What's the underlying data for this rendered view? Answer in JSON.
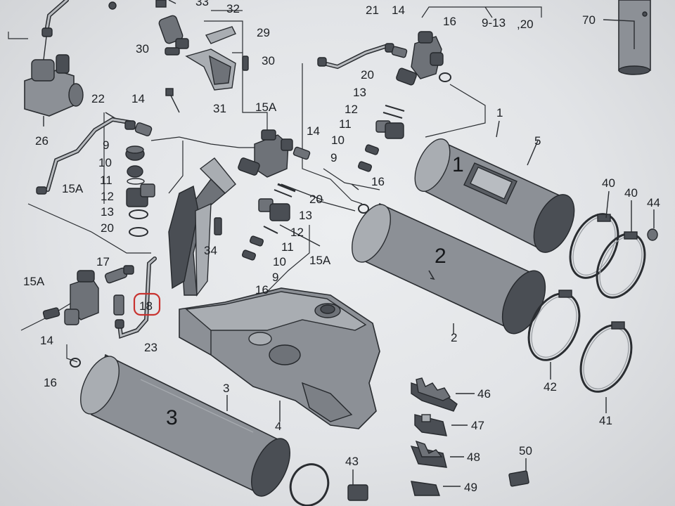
{
  "diagram": {
    "labels": {
      "l33": "33",
      "l32": "32",
      "l29": "29",
      "l30a": "30",
      "l30b": "30",
      "l31": "31",
      "l26": "26",
      "l22": "22",
      "l14a": "14",
      "l9a": "9",
      "l10a": "10",
      "l11a": "11",
      "l15Aa": "15A",
      "l12a": "12",
      "l13a": "13",
      "l20a": "20",
      "l17": "17",
      "l15Ab": "15A",
      "l18": "18",
      "l14b": "14",
      "l23": "23",
      "l16a": "16",
      "l3": "3",
      "l4": "4",
      "l34": "34",
      "l15Ac": "15A",
      "l14c": "14",
      "l20b": "20",
      "l13b": "13",
      "l12b": "12",
      "l11b": "11",
      "l10b": "10",
      "l9b": "9",
      "l16b": "16",
      "l15Ad": "15A",
      "l21": "21",
      "l14d": "14",
      "l16c": "16",
      "l913": "9-13",
      "l20c": ",20",
      "l20d": "20",
      "l13c": "13",
      "l12c": "12",
      "l11c": "11",
      "l10c": "10",
      "l9c": "9",
      "l16d": "16",
      "l70": "70",
      "l1": "1",
      "l5": "5",
      "l2": "2",
      "l40a": "40",
      "l40b": "40",
      "l44": "44",
      "l42": "42",
      "l41": "41",
      "l46": "46",
      "l47": "47",
      "l48": "48",
      "l49": "49",
      "l50": "50",
      "l43": "43"
    },
    "tank_numbers": {
      "t1": "1",
      "t2": "2",
      "t3": "3"
    },
    "highlight": {
      "part": "18",
      "color": "#c8322f"
    }
  }
}
